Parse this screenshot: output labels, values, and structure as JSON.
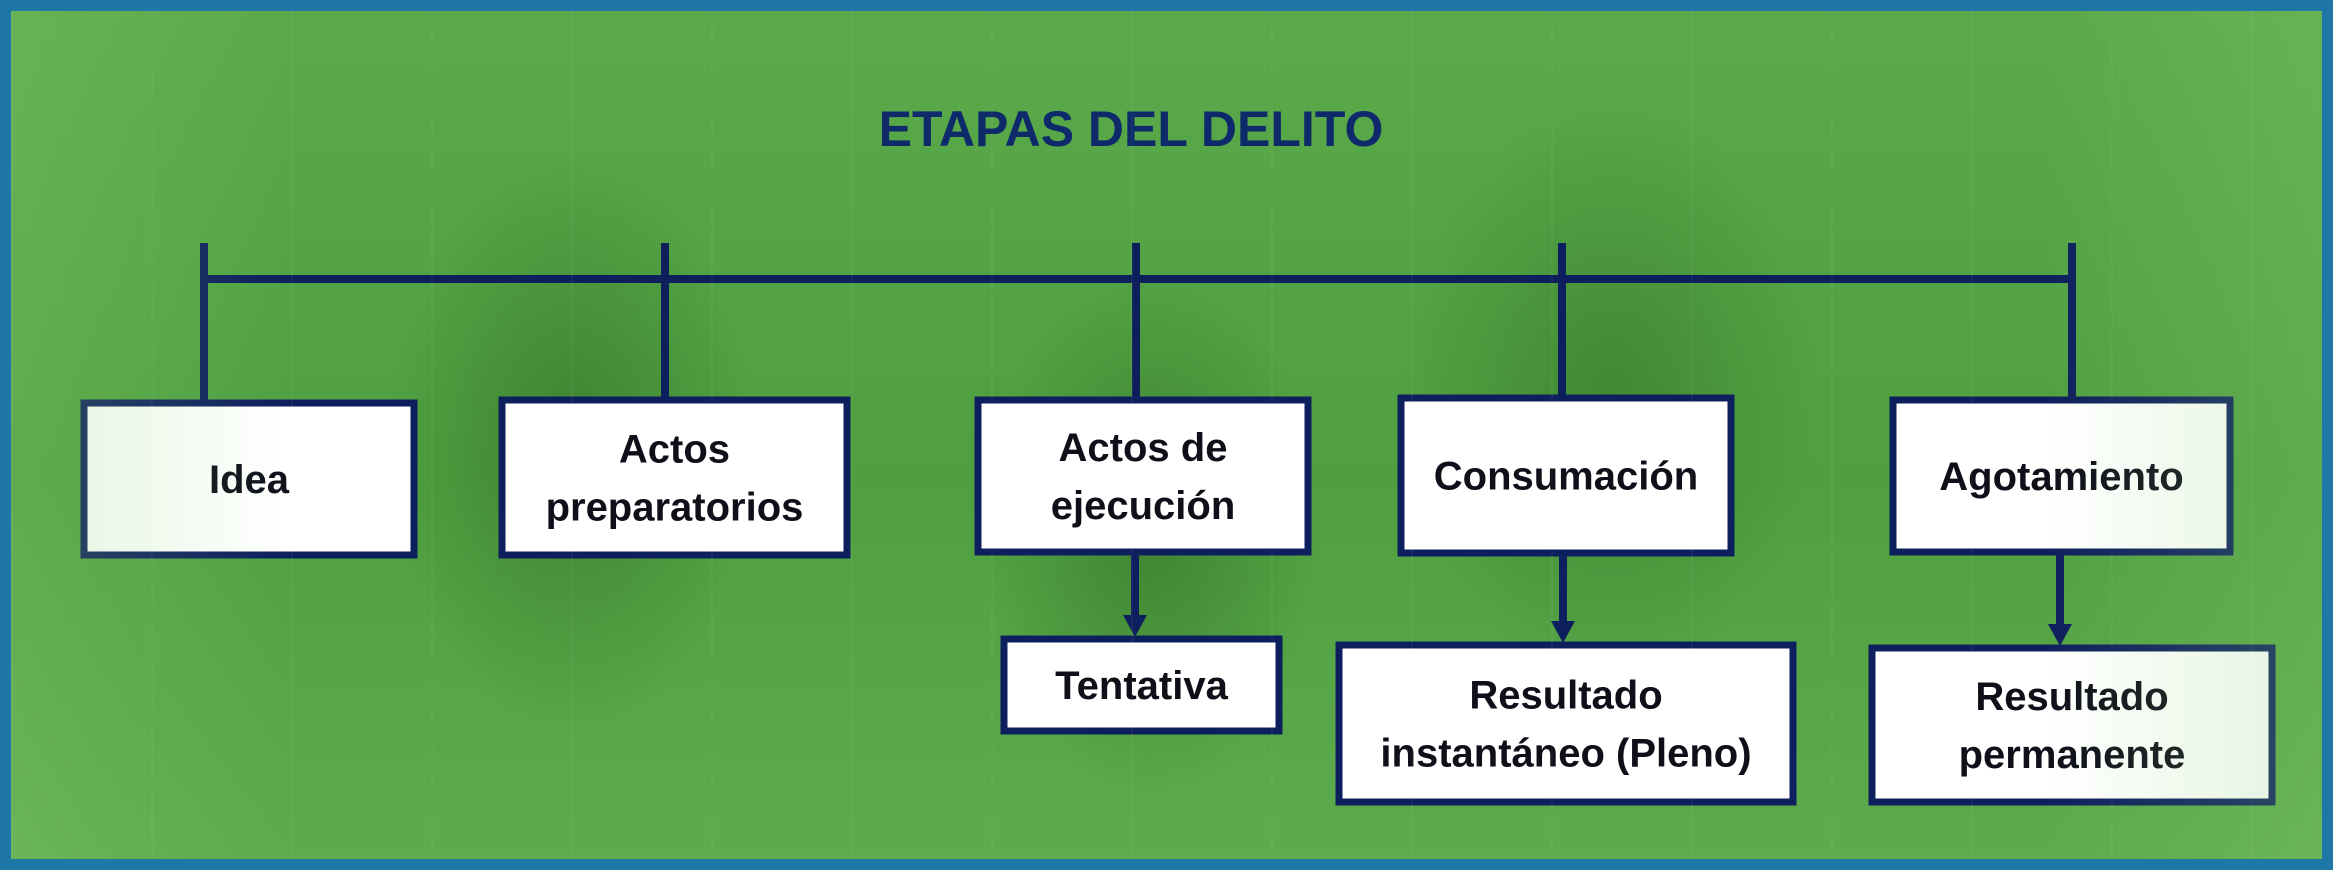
{
  "title": "ETAPAS DEL DELITO",
  "stages": [
    {
      "id": "idea",
      "lines": [
        "Idea"
      ]
    },
    {
      "id": "actos-preparatorios",
      "lines": [
        "Actos",
        "preparatorios"
      ]
    },
    {
      "id": "actos-de-ejecucion",
      "lines": [
        "Actos de",
        "ejecución"
      ]
    },
    {
      "id": "consumacion",
      "lines": [
        "Consumación"
      ]
    },
    {
      "id": "agotamiento",
      "lines": [
        "Agotamiento"
      ]
    }
  ],
  "results": [
    {
      "id": "tentativa",
      "parent": "actos-de-ejecucion",
      "lines": [
        "Tentativa"
      ]
    },
    {
      "id": "resultado-instantaneo",
      "parent": "consumacion",
      "lines": [
        "Resultado",
        "instantáneo (Pleno)"
      ]
    },
    {
      "id": "resultado-permanente",
      "parent": "agotamiento",
      "lines": [
        "Resultado",
        "permanente"
      ]
    }
  ],
  "colors": {
    "background": "#55a545",
    "border": "#1f77a8",
    "line": "#0e1f5e",
    "title": "#0e2a6b",
    "box_fill": "#ffffff"
  }
}
